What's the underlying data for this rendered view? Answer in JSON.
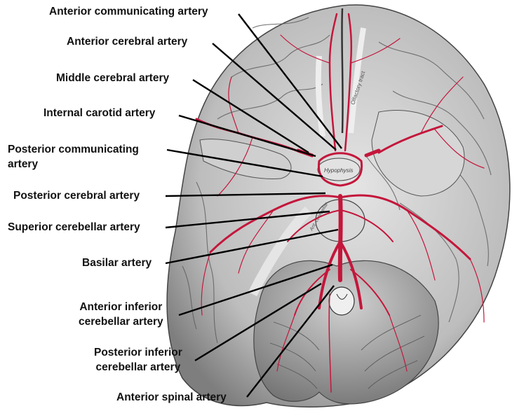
{
  "labels": {
    "anterior_communicating": "Anterior communicating artery",
    "anterior_cerebral": "Anterior cerebral artery",
    "middle_cerebral": "Middle cerebral artery",
    "internal_carotid": "Internal carotid artery",
    "posterior_communicating_1": "Posterior communicating",
    "posterior_communicating_2": "artery",
    "posterior_cerebral": "Posterior cerebral artery",
    "superior_cerebellar": "Superior cerebellar artery",
    "basilar": "Basilar artery",
    "anterior_inferior_1": "Anterior inferior",
    "anterior_inferior_2": "cerebellar artery",
    "posterior_inferior_1": "Posterior inferior",
    "posterior_inferior_2": "cerebellar artery",
    "anterior_spinal": "Anterior spinal artery"
  },
  "plate_text": {
    "hypophysis": "Hypophysis",
    "olfactory_tract": "Olfactory tract",
    "pons": "Ant. cerebellar"
  },
  "colors": {
    "artery": "#c4163b",
    "brain_light": "#d8d8d8",
    "brain_dark": "#8a8a8a",
    "leader": "#000000"
  }
}
